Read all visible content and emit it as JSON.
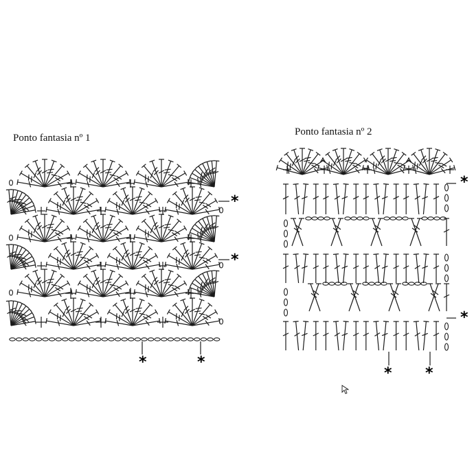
{
  "chart1": {
    "title": "Ponto fantasia nº 1"
  },
  "chart2": {
    "title": "Ponto fantasia nº 2"
  },
  "symbols": {
    "asterisk": "*",
    "chain": "0",
    "single_crochet": "+"
  },
  "colors": {
    "ink": "#1a1a1a",
    "background": "#ffffff"
  }
}
